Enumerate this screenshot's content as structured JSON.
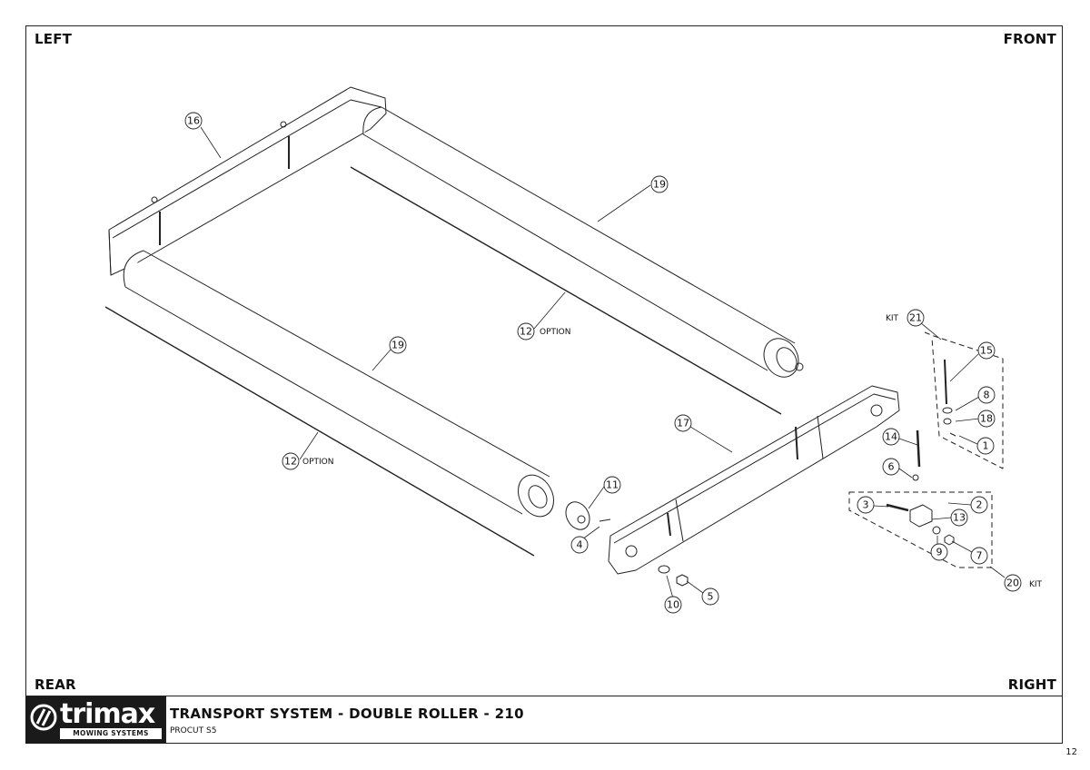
{
  "corners": {
    "top_left": "LEFT",
    "top_right": "FRONT",
    "bottom_left": "REAR",
    "bottom_right": "RIGHT"
  },
  "title_block": {
    "logo_text": "trimax",
    "logo_subtext": "MOWING SYSTEMS",
    "title": "TRANSPORT SYSTEM - DOUBLE ROLLER - 210",
    "model": "PROCUT S5"
  },
  "page_number": "12",
  "annotations": {
    "option": "OPTION",
    "kit": "KIT"
  },
  "callouts": [
    "16",
    "19",
    "19",
    "12",
    "12",
    "21",
    "15",
    "8",
    "18",
    "1",
    "17",
    "14",
    "6",
    "3",
    "2",
    "13",
    "9",
    "7",
    "20",
    "11",
    "4",
    "10",
    "5"
  ],
  "colors": {
    "line": "#222222",
    "logo_bg": "#1a1a1a",
    "background": "#ffffff"
  }
}
